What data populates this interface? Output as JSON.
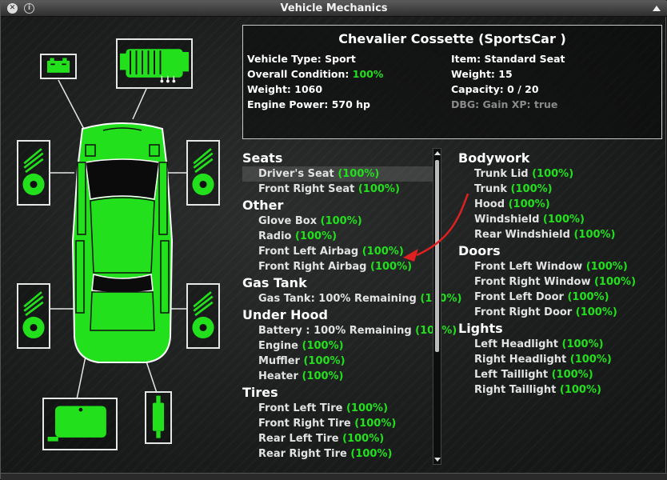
{
  "window": {
    "title": "Vehicle Mechanics"
  },
  "colors": {
    "part_green": "#22e01c",
    "highlight_arrow": "#e02020"
  },
  "vehicle": {
    "name": "Chevalier Cossette (SportsCar )",
    "type_line": "Vehicle Type: Sport",
    "condition_label": "Overall Condition:",
    "condition_value": "100%",
    "weight_line": "Weight: 1060",
    "engine_line": "Engine Power: 570 hp"
  },
  "item": {
    "item_line": "Item: Standard Seat",
    "weight_line": "Weight: 15",
    "capacity_line": "Capacity: 0 / 20",
    "dbg_line": "DBG: Gain XP: true"
  },
  "left_list": [
    {
      "name": "Seats",
      "items": [
        {
          "label": "Driver's Seat",
          "pct": "(100%)",
          "selected": true
        },
        {
          "label": "Front Right Seat",
          "pct": "(100%)"
        }
      ]
    },
    {
      "name": "Other",
      "items": [
        {
          "label": "Glove Box",
          "pct": "(100%)"
        },
        {
          "label": "Radio",
          "pct": "(100%)"
        },
        {
          "label": "Front Left Airbag",
          "pct": "(100%)"
        },
        {
          "label": "Front Right Airbag",
          "pct": "(100%)"
        }
      ]
    },
    {
      "name": "Gas Tank",
      "items": [
        {
          "label": "Gas Tank: 100% Remaining",
          "pct": "(100%)"
        }
      ]
    },
    {
      "name": "Under Hood",
      "items": [
        {
          "label": "Battery : 100% Remaining",
          "pct": "(100%)"
        },
        {
          "label": "Engine",
          "pct": "(100%)"
        },
        {
          "label": "Muffler",
          "pct": "(100%)"
        },
        {
          "label": "Heater",
          "pct": "(100%)"
        }
      ]
    },
    {
      "name": "Tires",
      "items": [
        {
          "label": "Front Left Tire",
          "pct": "(100%)"
        },
        {
          "label": "Front Right Tire",
          "pct": "(100%)"
        },
        {
          "label": "Rear Left Tire",
          "pct": "(100%)"
        },
        {
          "label": "Rear Right Tire",
          "pct": "(100%)"
        }
      ]
    }
  ],
  "right_list": [
    {
      "name": "Bodywork",
      "items": [
        {
          "label": "Trunk Lid",
          "pct": "(100%)"
        },
        {
          "label": "Trunk",
          "pct": "(100%)"
        },
        {
          "label": "Hood",
          "pct": "(100%)"
        },
        {
          "label": "Windshield",
          "pct": "(100%)"
        },
        {
          "label": "Rear Windshield",
          "pct": "(100%)"
        }
      ]
    },
    {
      "name": "Doors",
      "items": [
        {
          "label": "Front Left Window",
          "pct": "(100%)"
        },
        {
          "label": "Front Right Window",
          "pct": "(100%)"
        },
        {
          "label": "Front Left Door",
          "pct": "(100%)"
        },
        {
          "label": "Front Right Door",
          "pct": "(100%)"
        }
      ]
    },
    {
      "name": "Lights",
      "items": [
        {
          "label": "Left Headlight",
          "pct": "(100%)"
        },
        {
          "label": "Right Headlight",
          "pct": "(100%)"
        },
        {
          "label": "Left Taillight",
          "pct": "(100%)"
        },
        {
          "label": "Right Taillight",
          "pct": "(100%)"
        }
      ]
    }
  ]
}
